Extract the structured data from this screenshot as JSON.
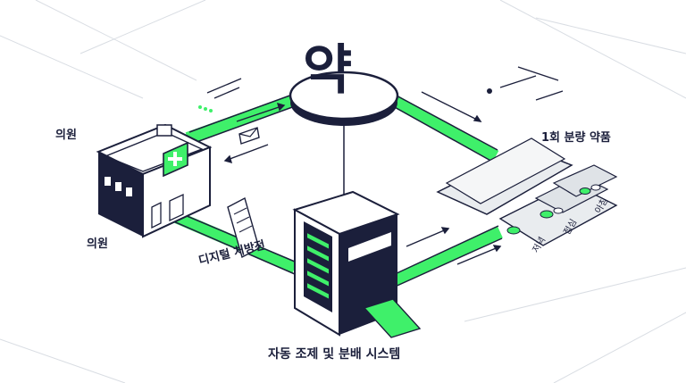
{
  "diagram": {
    "center_symbol": "약",
    "clinic_label_top": "의원",
    "clinic_label_bottom": "의원",
    "prescription_label": "디지털 처방전",
    "dispensing_label": "자동 조제 및 분배 시스템",
    "single_dose_label": "1회 분량 약품",
    "packet_labels": [
      "아침",
      "점심",
      "저녁"
    ],
    "colors": {
      "accent": "#3ff06a",
      "ink": "#1b1f3b",
      "paper": "#e9ecef",
      "background": "#ffffff"
    },
    "icons": [
      "hospital-building-icon",
      "medical-cross-icon",
      "envelope-icon",
      "document-icon",
      "dispensing-machine-icon",
      "pill-packet-icon",
      "speed-lines-icon"
    ]
  }
}
